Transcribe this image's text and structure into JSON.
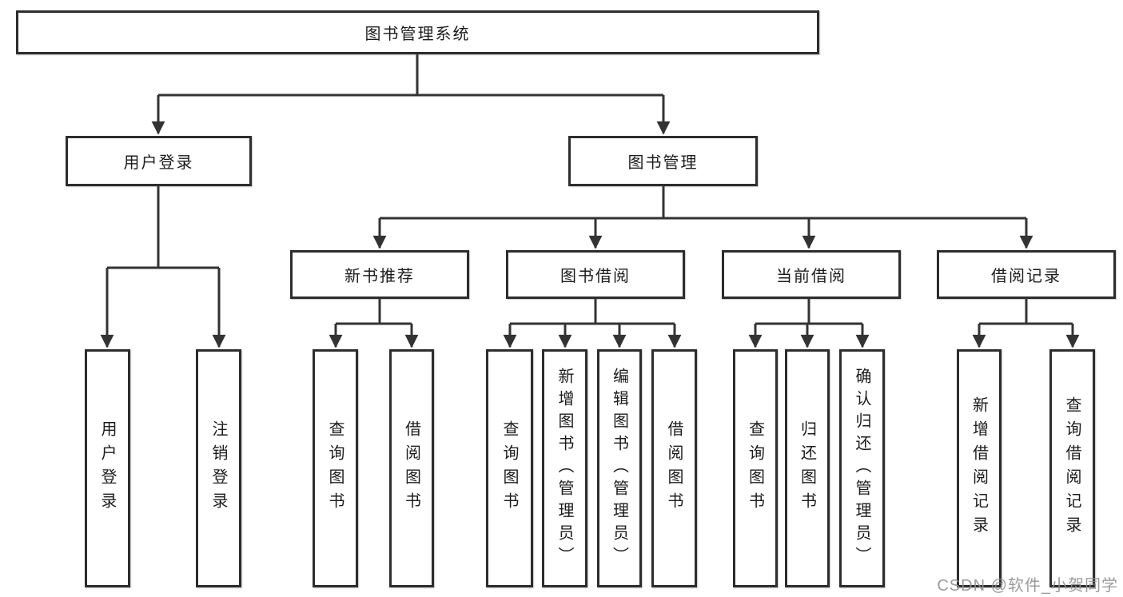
{
  "root": {
    "label": "图书管理系统",
    "children": [
      {
        "label": "用户登录",
        "children": [
          {
            "label": "用户登录"
          },
          {
            "label": "注销登录"
          }
        ]
      },
      {
        "label": "图书管理",
        "children": [
          {
            "label": "新书推荐",
            "children": [
              {
                "label": "查询图书"
              },
              {
                "label": "借阅图书"
              }
            ]
          },
          {
            "label": "图书借阅",
            "children": [
              {
                "label": "查询图书"
              },
              {
                "label": "新增图书（管理员）"
              },
              {
                "label": "编辑图书（管理员）"
              },
              {
                "label": "借阅图书"
              }
            ]
          },
          {
            "label": "当前借阅",
            "children": [
              {
                "label": "查询图书"
              },
              {
                "label": "归还图书"
              },
              {
                "label": "确认归还（管理员）"
              }
            ]
          },
          {
            "label": "借阅记录",
            "children": [
              {
                "label": "新增借阅记录"
              },
              {
                "label": "查询借阅记录"
              }
            ]
          }
        ]
      }
    ]
  },
  "watermark": {
    "text": "CSDN @软件_小贺同学"
  },
  "colors": {
    "line": "#333333",
    "text": "#1c1c1c",
    "box_background": "#ffffff",
    "watermark": "#919191"
  }
}
